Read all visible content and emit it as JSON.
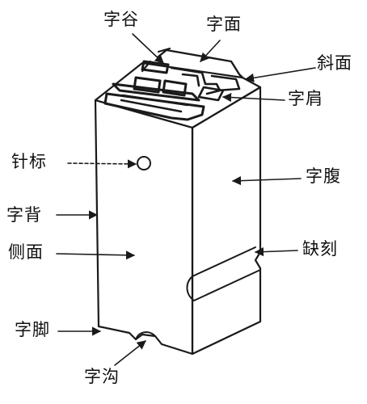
{
  "labels": {
    "zigu": "字谷",
    "zimian": "字面",
    "xiemian": "斜面",
    "zijian": "字肩",
    "zhenbiao": "针标",
    "zifu": "字腹",
    "zibei": "字背",
    "cemian": "侧面",
    "queke": "缺刻",
    "zijiao": "字脚",
    "zigou": "字沟"
  }
}
